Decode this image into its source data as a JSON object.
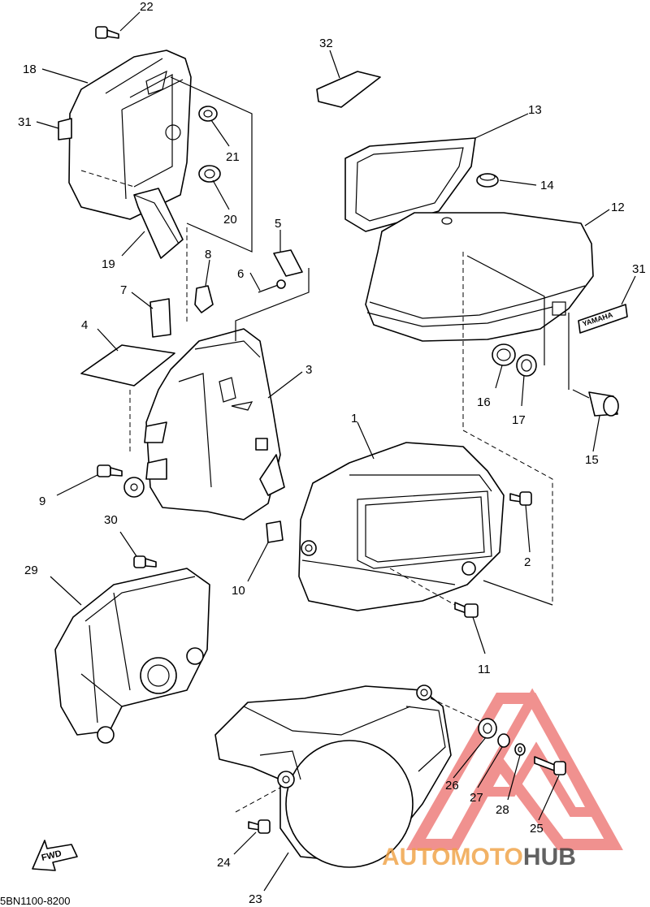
{
  "diagram_code": "5BN1100-8200",
  "fwd_label": "FWD",
  "decal_text": "YAMAHA",
  "watermark": {
    "part1": "AUTOMOTO",
    "part2": "HUB",
    "color1": "#f0a040",
    "color2": "#3a3a3a",
    "triangle_color": "#e53935"
  },
  "callouts": [
    {
      "id": "c1",
      "num": "1"
    },
    {
      "id": "c2",
      "num": "2"
    },
    {
      "id": "c3",
      "num": "3"
    },
    {
      "id": "c4",
      "num": "4"
    },
    {
      "id": "c5",
      "num": "5"
    },
    {
      "id": "c6",
      "num": "6"
    },
    {
      "id": "c7",
      "num": "7"
    },
    {
      "id": "c8",
      "num": "8"
    },
    {
      "id": "c9",
      "num": "9"
    },
    {
      "id": "c10",
      "num": "10"
    },
    {
      "id": "c11",
      "num": "11"
    },
    {
      "id": "c12",
      "num": "12"
    },
    {
      "id": "c13",
      "num": "13"
    },
    {
      "id": "c14",
      "num": "14"
    },
    {
      "id": "c15",
      "num": "15"
    },
    {
      "id": "c16",
      "num": "16"
    },
    {
      "id": "c17",
      "num": "17"
    },
    {
      "id": "c18",
      "num": "18"
    },
    {
      "id": "c19",
      "num": "19"
    },
    {
      "id": "c20",
      "num": "20"
    },
    {
      "id": "c21",
      "num": "21"
    },
    {
      "id": "c22",
      "num": "22"
    },
    {
      "id": "c23",
      "num": "23"
    },
    {
      "id": "c24",
      "num": "24"
    },
    {
      "id": "c25",
      "num": "25"
    },
    {
      "id": "c26",
      "num": "26"
    },
    {
      "id": "c27",
      "num": "27"
    },
    {
      "id": "c28",
      "num": "28"
    },
    {
      "id": "c29",
      "num": "29"
    },
    {
      "id": "c30",
      "num": "30"
    },
    {
      "id": "c31a",
      "num": "31"
    },
    {
      "id": "c31b",
      "num": "31"
    },
    {
      "id": "c32",
      "num": "32"
    }
  ]
}
